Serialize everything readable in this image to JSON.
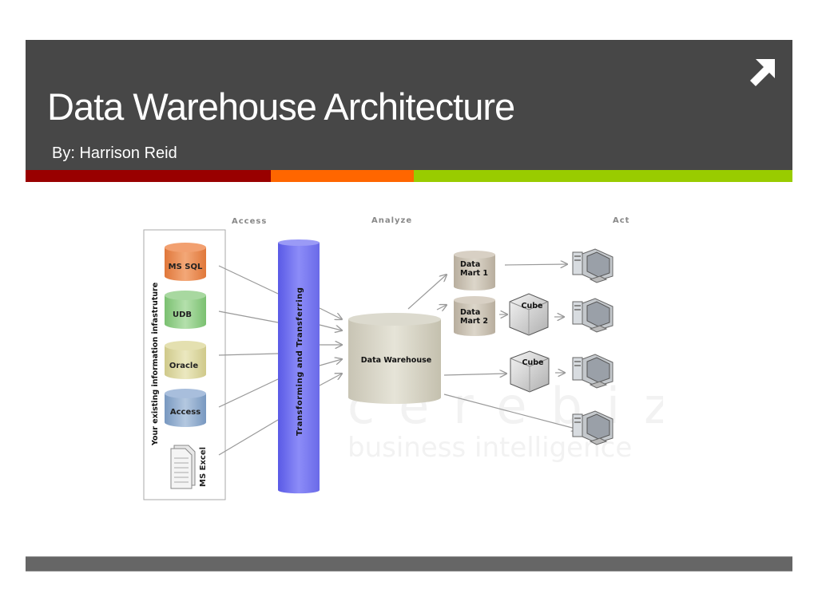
{
  "slide": {
    "title": "Data Warehouse Architecture",
    "subtitle": "By: Harrison Reid",
    "corner_icon": "arrow-up-right-icon",
    "stripe_colors": [
      "#990000",
      "#ff6600",
      "#99cc00"
    ],
    "header_color": "#474747",
    "footer_color": "#666666"
  },
  "diagram": {
    "sections": {
      "access": "Access",
      "analyze": "Analyze",
      "act": "Act"
    },
    "infrastructure_label": "Your existing information infastruture",
    "sources": [
      {
        "label": "MS SQL",
        "color": "#e8864c"
      },
      {
        "label": "UDB",
        "color": "#8ccc84"
      },
      {
        "label": "Oracle",
        "color": "#d8d494"
      },
      {
        "label": "Access",
        "color": "#88a8cc"
      },
      {
        "label": "MS Excel",
        "type": "document"
      }
    ],
    "etl_label": "Transforming and Transferring",
    "etl_color": "#6666ee",
    "warehouse_label": "Data Warehouse",
    "data_marts": [
      {
        "line1": "Data",
        "line2": "Mart 1"
      },
      {
        "line1": "Data",
        "line2": "Mart 2"
      }
    ],
    "cubes": [
      "Cube",
      "Cube"
    ],
    "clients": [
      "computer-icon",
      "computer-icon",
      "computer-icon",
      "computer-icon"
    ],
    "watermark": {
      "line1": "cerebiz",
      "line2": "business intelligence"
    }
  }
}
